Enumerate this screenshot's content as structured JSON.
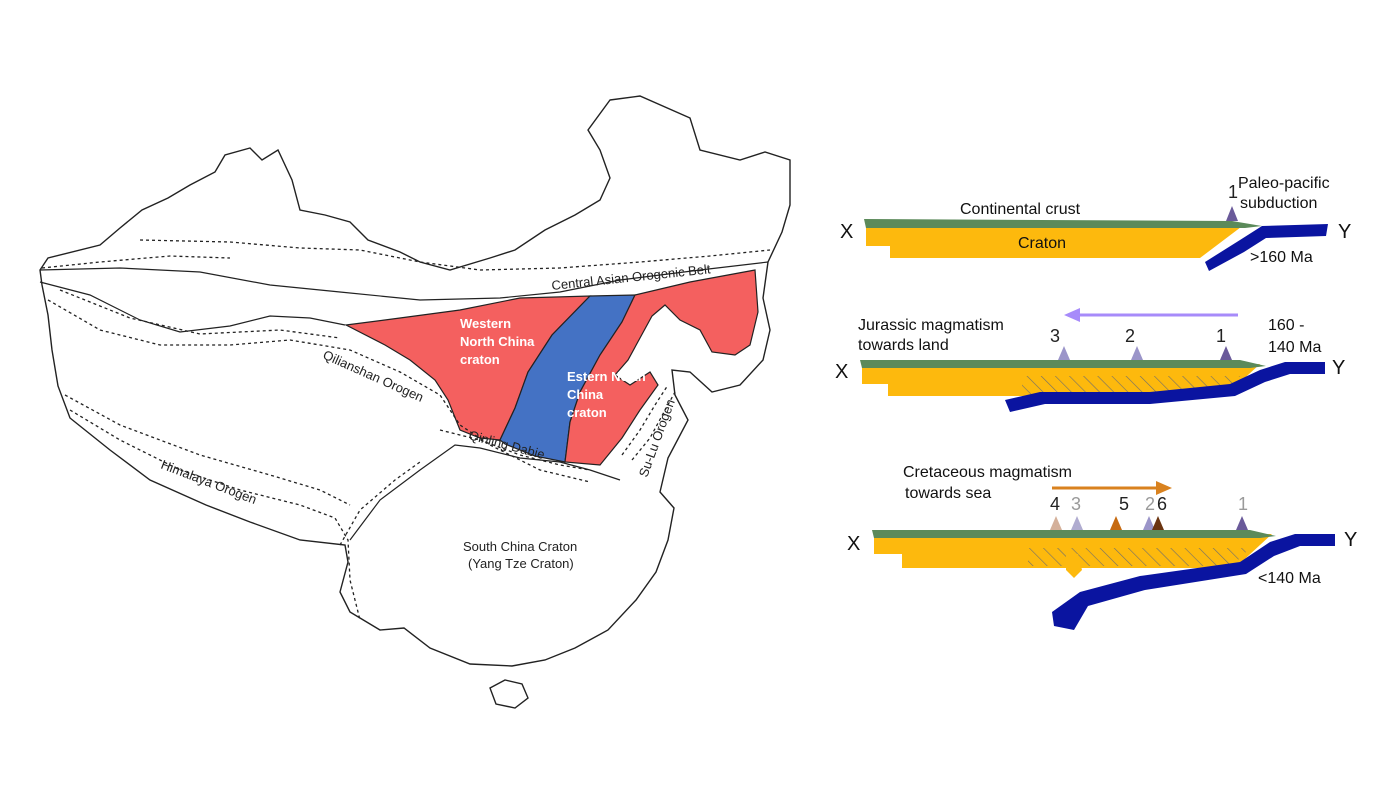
{
  "map": {
    "labels": {
      "western_ncc": [
        "Western",
        "North China",
        "craton"
      ],
      "eastern_ncc": [
        "Estern North",
        "China",
        "craton"
      ],
      "caob": "Central Asian Orogenic Belt",
      "qilianshan": "Qilianshan Orogen",
      "qinling": "Qinling Dabie",
      "sulu": "Su-Lu Orogen",
      "himalaya": "Himalaya Orogen",
      "scc": [
        "South China Craton",
        "(Yang Tze Craton)"
      ]
    },
    "colors": {
      "western_ncc": "#f4605f",
      "eastern_ncc": "#f4605f",
      "trans_north_china_orogen": "#4472c4",
      "outline": "#222222"
    }
  },
  "sections": {
    "colors": {
      "continental_crust": "#5b8a5a",
      "craton": "#fdb90d",
      "basement": "#d4b06a",
      "slab": "#0a14a0",
      "hatch": "#6d6d6d"
    },
    "panel1": {
      "x_label": "X",
      "y_label": "Y",
      "crust_label": "Continental crust",
      "craton_label": "Craton",
      "subduction_label": [
        "Paleo-pacific",
        "subduction"
      ],
      "age_label": ">160 Ma",
      "volcano_numbers": [
        "1"
      ]
    },
    "panel2": {
      "x_label": "X",
      "y_label": "Y",
      "title": [
        "Jurassic magmatism",
        "towards land"
      ],
      "age_label": [
        "160 -",
        "140 Ma"
      ],
      "volcano_numbers": [
        "3",
        "2",
        "1"
      ],
      "arrow_color": "#a78bfa"
    },
    "panel3": {
      "x_label": "X",
      "y_label": "Y",
      "title": [
        "Cretaceous magmatism",
        "towards sea"
      ],
      "age_label": "<140 Ma",
      "volcano_numbers": [
        "4",
        "3",
        "5",
        "2",
        "6",
        "1"
      ],
      "arrow_color": "#d9821f"
    }
  }
}
